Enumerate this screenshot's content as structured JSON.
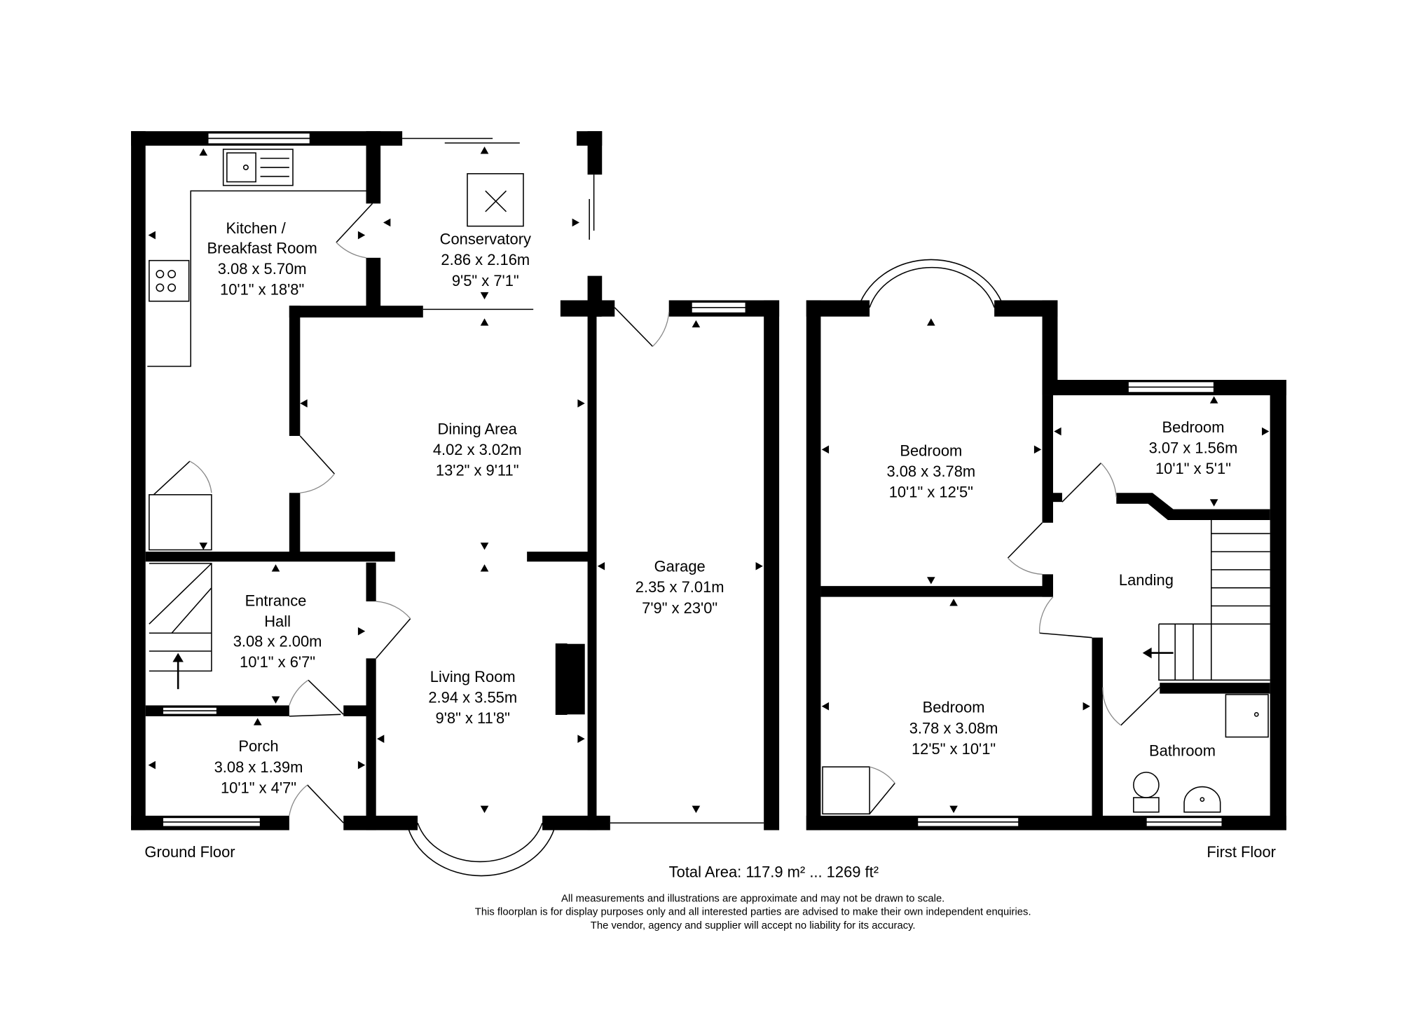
{
  "rooms": {
    "kitchen": {
      "name1": "Kitchen /",
      "name2": "Breakfast Room",
      "metric": "3.08 x 5.70m",
      "imperial": "10'1\" x 18'8\""
    },
    "conservatory": {
      "name": "Conservatory",
      "metric": "2.86 x 2.16m",
      "imperial": "9'5\" x 7'1\""
    },
    "dining": {
      "name": "Dining Area",
      "metric": "4.02 x 3.02m",
      "imperial": "13'2\" x 9'11\""
    },
    "garage": {
      "name": "Garage",
      "metric": "2.35 x 7.01m",
      "imperial": "7'9\" x 23'0\""
    },
    "hall": {
      "name1": "Entrance",
      "name2": "Hall",
      "metric": "3.08 x 2.00m",
      "imperial": "10'1\" x 6'7\""
    },
    "living": {
      "name": "Living Room",
      "metric": "2.94 x 3.55m",
      "imperial": "9'8\" x 11'8\""
    },
    "porch": {
      "name": "Porch",
      "metric": "3.08 x 1.39m",
      "imperial": "10'1\" x 4'7\""
    },
    "bedroom1": {
      "name": "Bedroom",
      "metric": "3.08 x 3.78m",
      "imperial": "10'1\" x 12'5\""
    },
    "bedroom2": {
      "name": "Bedroom",
      "metric": "3.07 x 1.56m",
      "imperial": "10'1\" x 5'1\""
    },
    "bedroom3": {
      "name": "Bedroom",
      "metric": "3.78 x 3.08m",
      "imperial": "12'5\" x 10'1\""
    },
    "landing": {
      "name": "Landing"
    },
    "bathroom": {
      "name": "Bathroom"
    }
  },
  "floors": {
    "ground": "Ground Floor",
    "first": "First Floor"
  },
  "total_area": "Total Area: 117.9 m² ... 1269 ft²",
  "disclaimer": [
    "All measurements and illustrations are approximate and may not be drawn to scale.",
    "This floorplan is for display purposes only and all interested parties are advised to make their own independent enquiries.",
    "The vendor, agency and supplier will accept no liability for its accuracy."
  ]
}
